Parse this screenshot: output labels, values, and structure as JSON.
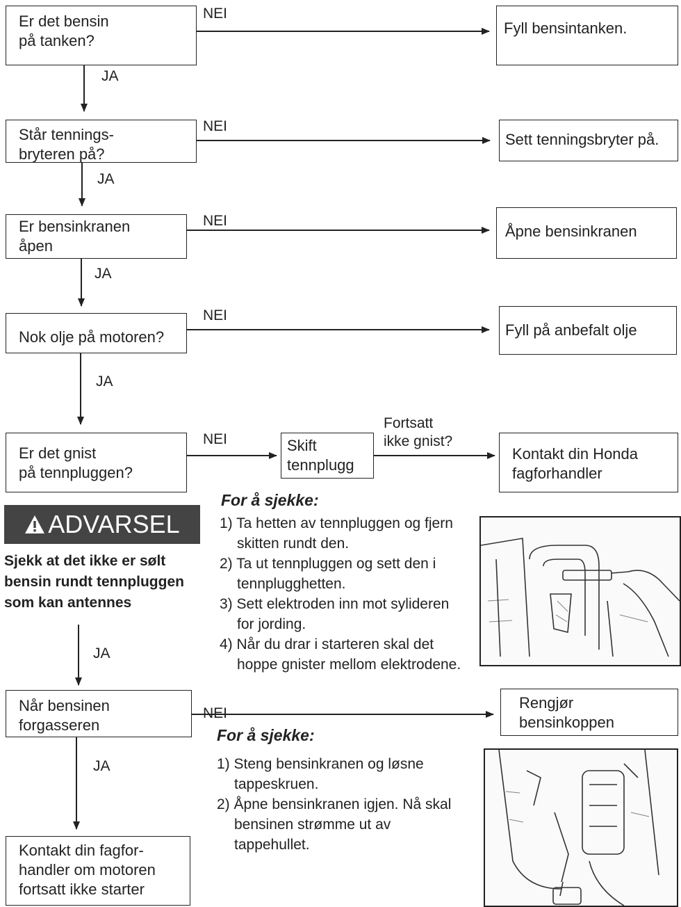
{
  "flowchart": {
    "q1": [
      "Er det bensin",
      "på tanken?"
    ],
    "q2": [
      "Står tennings-",
      "bryteren på?"
    ],
    "q3": [
      "Er bensinkranen",
      "åpen"
    ],
    "q4": [
      "Nok olje på motoren?"
    ],
    "q5": [
      "Er det gnist",
      "på tennpluggen?"
    ],
    "q6": [
      "Når bensinen",
      "forgasseren"
    ],
    "q7": [
      "Kontakt din fagfor-",
      "handler om motoren",
      "fortsatt ikke starter"
    ],
    "a1": [
      "Fyll bensintanken."
    ],
    "a2": [
      "Sett tenningsbryter på."
    ],
    "a3": [
      "Åpne bensinkranen"
    ],
    "a4": [
      "Fyll på anbefalt olje"
    ],
    "a5a": [
      "Skift",
      "tennplugg"
    ],
    "a5b": [
      "Kontakt din Honda",
      "fagforhandler"
    ],
    "a6": [
      "Rengjør",
      "bensinkoppen"
    ],
    "yes": "JA",
    "no": "NEI",
    "still_no_spark": [
      "Fortsatt",
      "ikke gnist?"
    ]
  },
  "warning": {
    "title": "ADVARSEL",
    "icon": "warning-triangle-icon",
    "text": [
      "Sjekk at det ikke er sølt",
      "bensin rundt tennpluggen",
      "som kan antennes"
    ]
  },
  "check1": {
    "header": "For å sjekke:",
    "steps": [
      "1) Ta hetten av tennpluggen og fjern skitten rundt den.",
      "2) Ta ut tennpluggen og sett den i tennplugghetten.",
      "3) Sett elektroden inn mot sylideren for jording.",
      "4) Når du drar i starteren skal det hoppe gnister mellom elektrodene."
    ]
  },
  "check2": {
    "header": "For å sjekke:",
    "steps": [
      "1) Steng bensinkranen og løsne tappeskruen.",
      "2) Åpne bensinkranen igjen. Nå skal bensinen strømme ut av tappehullet."
    ]
  }
}
